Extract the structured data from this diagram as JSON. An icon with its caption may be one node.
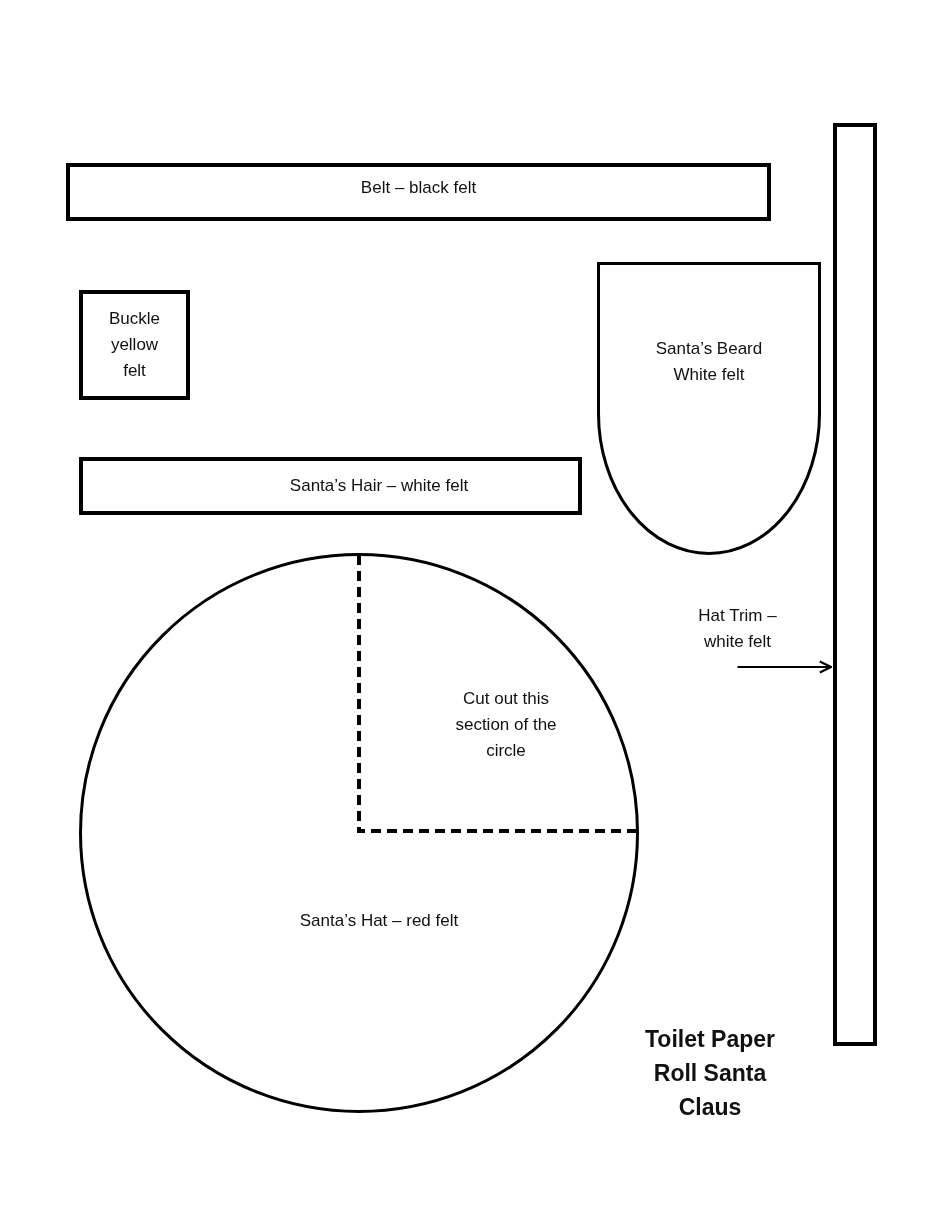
{
  "diagram": {
    "title": "Toilet Paper Roll Santa Claus",
    "nodes": [
      {
        "text": [
          "Belt – black felt"
        ]
      },
      {
        "text": [
          "Buckle yellow felt"
        ]
      },
      {
        "text": [
          "Santa’s Beard White felt"
        ]
      },
      {
        "text": [
          "Santa’s Hair – white felt"
        ]
      },
      {
        "text": [
          "Santa’s Hat – red felt"
        ]
      },
      {
        "text": [
          "Cut out this section of the circle"
        ],
        "in": 4
      },
      {
        "text": [
          "Hat Trim – white felt"
        ]
      },
      {
        "text": [],
        "shape": "bar"
      }
    ],
    "edges": [
      {
        "from": 6,
        "to": 7,
        "arrow": "to"
      }
    ]
  }
}
